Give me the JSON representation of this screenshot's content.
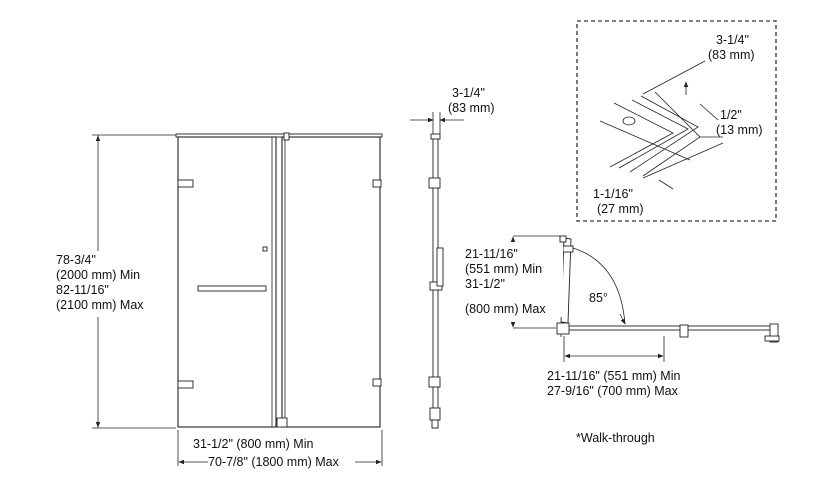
{
  "front_view": {
    "height_line1": "78-3/4\"",
    "height_line2": "(2000 mm) Min",
    "height_line3": "82-11/16\"",
    "height_line4": "(2100 mm) Max",
    "width_line1": "31-1/2\" (800 mm) Min",
    "width_line2": "70-7/8\" (1800 mm) Max"
  },
  "side_view": {
    "depth_line1": "3-1/4\"",
    "depth_line2": "(83 mm)"
  },
  "detail_view": {
    "top_line1": "3-1/4\"",
    "top_line2": "(83 mm)",
    "mid_line1": "1/2\"",
    "mid_line2": "(13 mm)",
    "bottom_line1": "1-1/16\"",
    "bottom_line2": "(27 mm)"
  },
  "plan_view": {
    "left_line1": "21-11/16\"",
    "left_line2": "(551 mm) Min",
    "left_line3": "31-1/2\"",
    "left_line4": "(800 mm) Max",
    "angle": "85°",
    "bottom_line1": "21-11/16\" (551 mm) Min",
    "bottom_line2": "27-9/16\" (700 mm) Max"
  },
  "footnote": "*Walk-through"
}
